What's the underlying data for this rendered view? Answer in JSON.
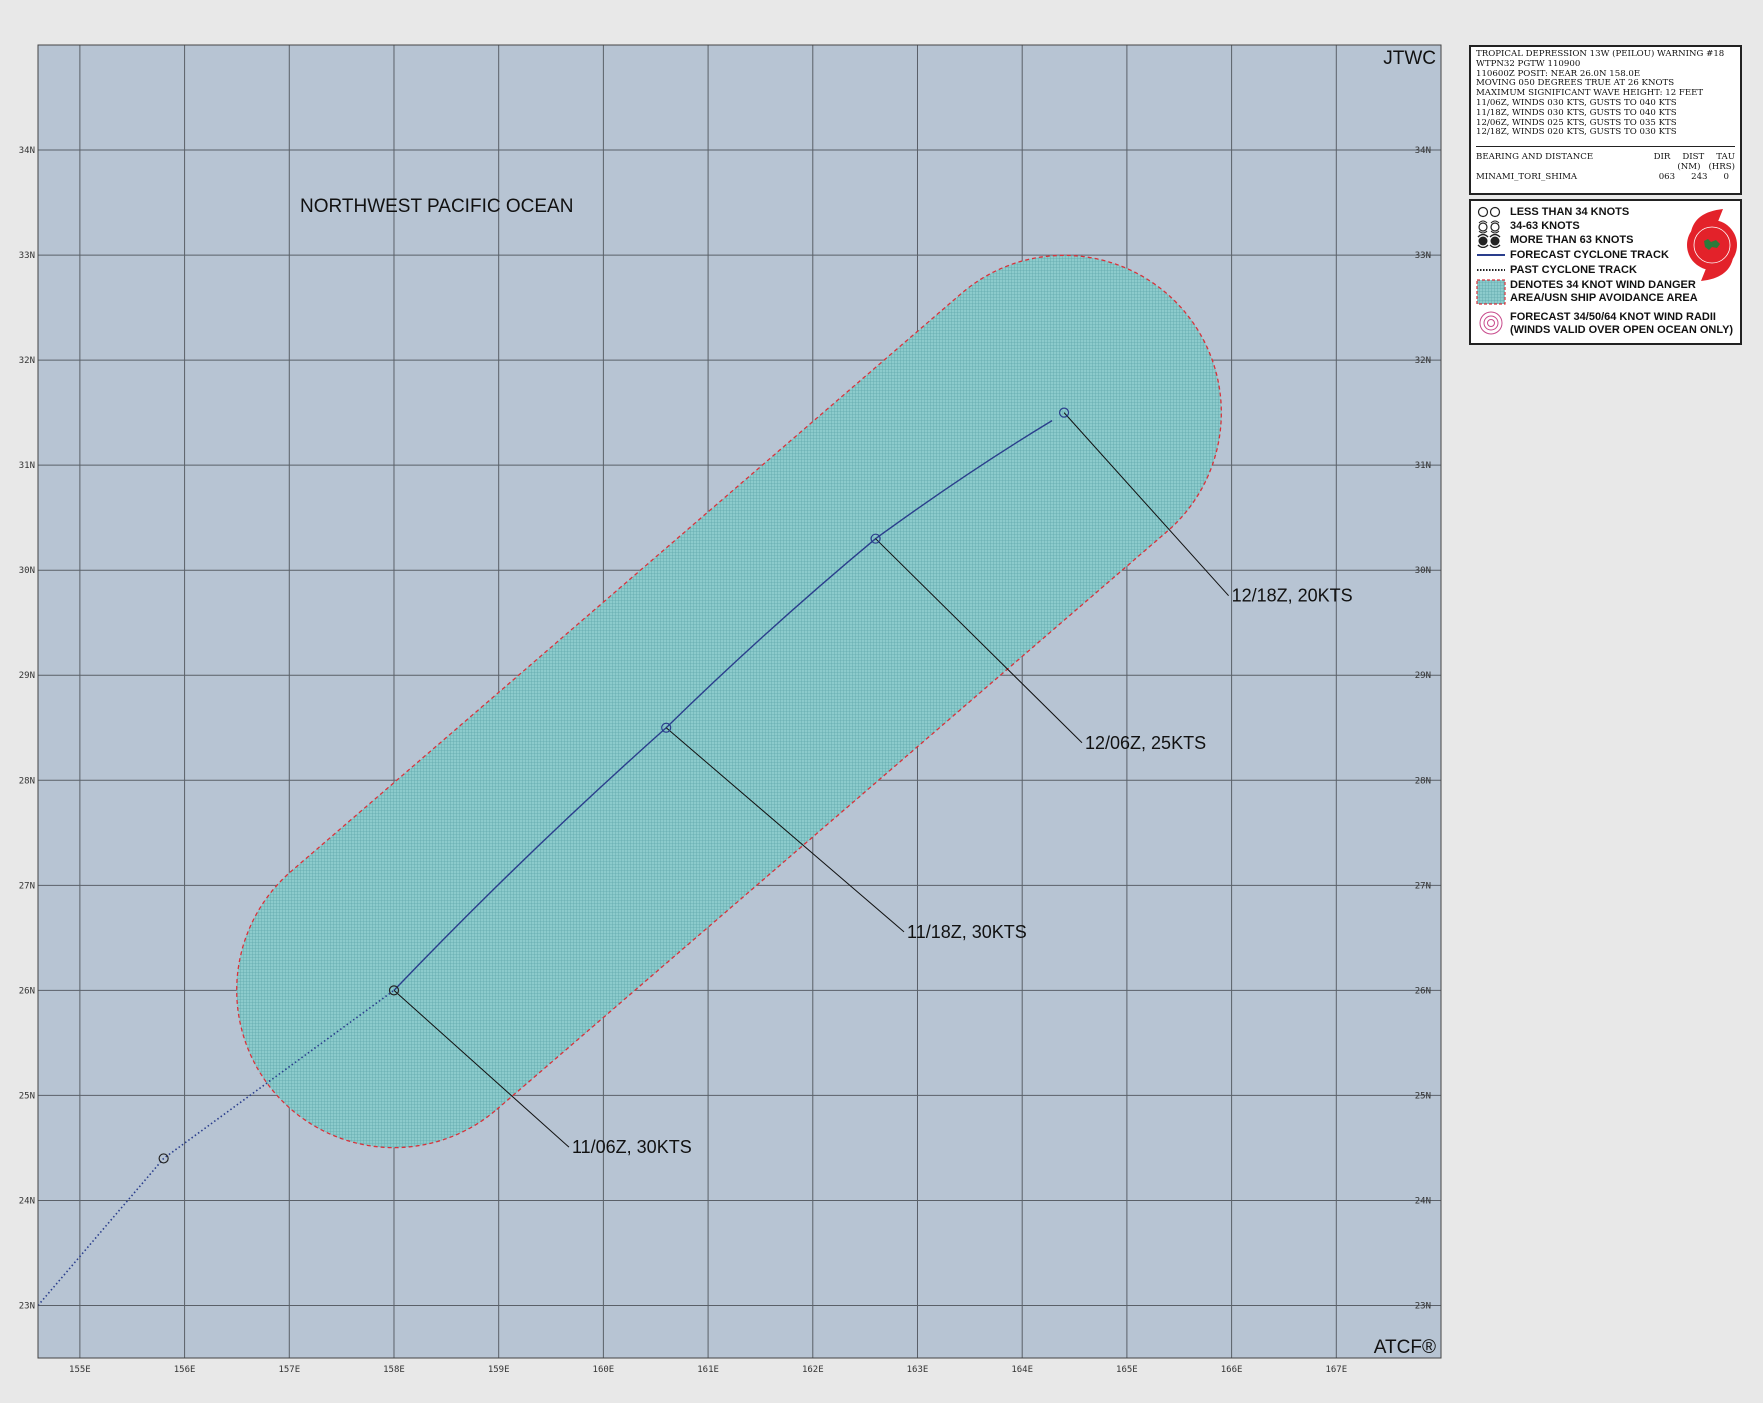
{
  "map": {
    "corner_top": "JTWC",
    "corner_bottom": "ATCF®",
    "region_label": "NORTHWEST PACIFIC OCEAN",
    "lon_range": [
      154.6,
      168.0
    ],
    "lat_range": [
      22.5,
      35.0
    ],
    "lon_ticks": [
      "155E",
      "156E",
      "157E",
      "158E",
      "159E",
      "160E",
      "161E",
      "162E",
      "163E",
      "164E",
      "165E",
      "166E",
      "167E"
    ],
    "lat_ticks": [
      "34N",
      "33N",
      "32N",
      "31N",
      "30N",
      "29N",
      "28N",
      "27N",
      "26N",
      "25N",
      "24N",
      "23N"
    ],
    "colors": {
      "ocean": "#b7c4d3",
      "danger_area": "#7fc4c6",
      "danger_outline": "#d9323a",
      "forecast_track": "#2a3e8c",
      "past_track": "#2a3e8c"
    }
  },
  "past_track": [
    {
      "lon": 154.6,
      "lat": 23.0
    },
    {
      "lon": 155.8,
      "lat": 24.4
    },
    {
      "lon": 158.0,
      "lat": 26.0
    }
  ],
  "forecast_track": [
    {
      "lon": 158.0,
      "lat": 26.0
    },
    {
      "lon": 160.6,
      "lat": 28.5
    },
    {
      "lon": 162.6,
      "lat": 30.3
    },
    {
      "lon": 164.4,
      "lat": 31.5
    }
  ],
  "danger_area": {
    "start": {
      "lon": 158.0,
      "lat": 26.0
    },
    "end": {
      "lon": 164.4,
      "lat": 31.5
    },
    "radius_deg": 1.5
  },
  "fixes": [
    {
      "lon": 158.0,
      "lat": 26.0,
      "label": "11/06Z,  30KTS",
      "label_lon": 159.7,
      "label_lat": 24.45
    },
    {
      "lon": 160.6,
      "lat": 28.5,
      "label": "11/18Z,  30KTS",
      "label_lon": 162.9,
      "label_lat": 26.5
    },
    {
      "lon": 162.6,
      "lat": 30.3,
      "label": "12/06Z,  25KTS",
      "label_lon": 164.6,
      "label_lat": 28.3
    },
    {
      "lon": 164.4,
      "lat": 31.5,
      "label": "12/18Z,  20KTS",
      "label_lon": 166.0,
      "label_lat": 29.7
    }
  ],
  "past_position": {
    "lon": 155.8,
    "lat": 24.4
  },
  "warning": {
    "lines": [
      "TROPICAL DEPRESSION 13W (PEILOU) WARNING #18",
      "WTPN32 PGTW 110900",
      "110600Z POSIT: NEAR 26.0N 158.0E",
      "MOVING 050 DEGREES TRUE AT 26 KNOTS",
      "MAXIMUM SIGNIFICANT WAVE HEIGHT: 12 FEET",
      "11/06Z, WINDS 030 KTS, GUSTS TO 040 KTS",
      "11/18Z, WINDS 030 KTS, GUSTS TO 040 KTS",
      "12/06Z, WINDS 025 KTS, GUSTS TO 035 KTS",
      "12/18Z, WINDS 020 KTS, GUSTS TO 030 KTS"
    ],
    "bearing_header": "BEARING AND DISTANCE",
    "col_dir": "DIR",
    "col_dist": "DIST",
    "col_dist_unit": "(NM)",
    "col_tau": "TAU",
    "col_tau_unit": "(HRS)",
    "station": "MINAMI_TORI_SHIMA",
    "station_dir": "063",
    "station_dist": "243",
    "station_tau": "0"
  },
  "legend": {
    "less_34": "LESS THAN 34 KNOTS",
    "k34_63": "34-63 KNOTS",
    "more_63": "MORE THAN 63 KNOTS",
    "forecast_track": "FORECAST CYCLONE TRACK",
    "past_track": "PAST CYCLONE TRACK",
    "danger_1": "DENOTES 34 KNOT WIND DANGER",
    "danger_2": "AREA/USN SHIP AVOIDANCE AREA",
    "radii_1": "FORECAST 34/50/64 KNOT WIND RADII",
    "radii_2": "(WINDS VALID OVER OPEN OCEAN ONLY)"
  }
}
